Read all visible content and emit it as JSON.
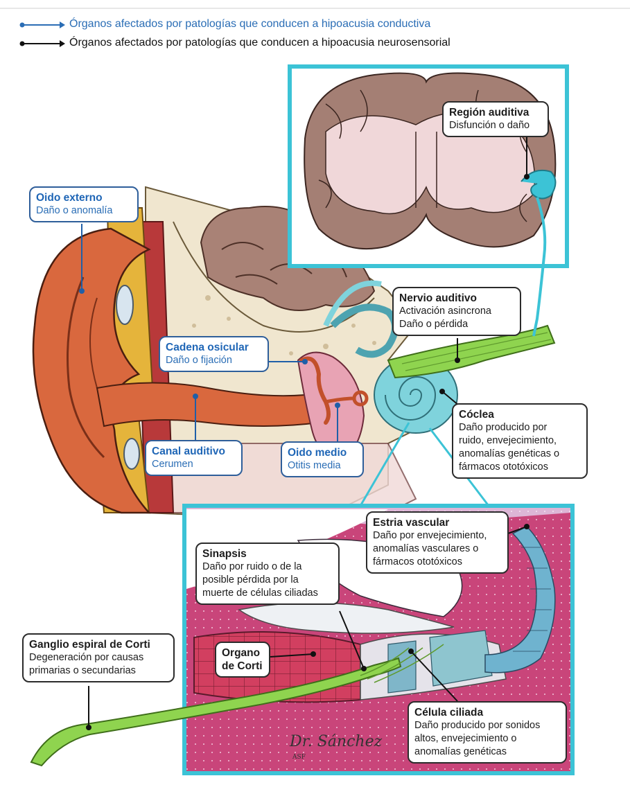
{
  "legend": [
    {
      "text": "Órganos afectados por patologías que conducen a hipoacusia conductiva",
      "color": "#2a6db5"
    },
    {
      "text": "Órganos afectados por patologías que conducen a hipoacusia neurosensorial",
      "color": "#111111"
    }
  ],
  "labels": {
    "region_auditiva": {
      "title": "Región auditiva",
      "desc": "Disfunción o daño"
    },
    "oido_externo": {
      "title": "Oido externo",
      "desc": "Daño o anomalía"
    },
    "nervio_auditivo": {
      "title": "Nervio auditivo",
      "desc": "Activación  asincrona\nDaño o pérdida"
    },
    "cadena_osicular": {
      "title": "Cadena osicular",
      "desc": "Daño o fijación"
    },
    "coclea": {
      "title": "Cóclea",
      "desc": "Daño producido por\nruido, envejecimiento,\nanomalías genéticas o\nfármacos ototóxicos"
    },
    "canal_auditivo": {
      "title": "Canal auditivo",
      "desc": "Cerumen"
    },
    "oido_medio": {
      "title": "Oido medio",
      "desc": "Otitis  media"
    },
    "estria_vascular": {
      "title": "Estria vascular",
      "desc": "Daño por envejecimiento,\nanomalías vasculares o\nfármacos ototóxicos"
    },
    "sinapsis": {
      "title": "Sinapsis",
      "desc": "Daño por ruido o de la\nposible pérdida por la\nmuerte de células ciliadas"
    },
    "organo_corti": {
      "title": "Organo\nde Corti",
      "desc": ""
    },
    "ganglio": {
      "title": "Ganglio espiral de Corti",
      "desc": "Degeneración por causas\nprimarias o secundarias"
    },
    "celula_ciliada": {
      "title": "Célula ciliada",
      "desc": "Daño producido por sonidos\naltos,  envejecimiento o\nanomalías genéticas"
    }
  },
  "signature": {
    "name": "Dr. Sánchez",
    "initials": "ASF"
  },
  "colors": {
    "conductive": "#2a6db5",
    "sensorineural": "#111111",
    "frame_cyan": "#3cc3d6",
    "brain": "#9c7a70",
    "ear": "#d9683e",
    "bone": "#e3c23a",
    "cochlea": "#7fd3dc",
    "nerve": "#8fd44f"
  }
}
